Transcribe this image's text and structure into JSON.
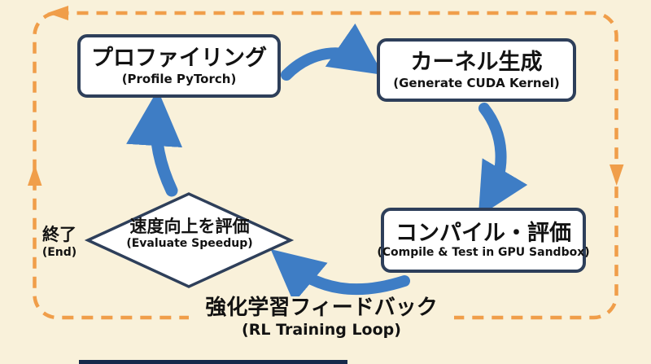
{
  "colors": {
    "background": "#f9f1da",
    "node_border": "#2e3f5a",
    "arrow_blue": "#3e7dc5",
    "loop_orange": "#f09e4a",
    "text": "#121212",
    "bottom_bar": "#16284a"
  },
  "nodes": {
    "profiling": {
      "title": "プロファイリング",
      "subtitle": "(Profile PyTorch)"
    },
    "kernel_gen": {
      "title": "カーネル生成",
      "subtitle": "(Generate CUDA Kernel)"
    },
    "compile_eval": {
      "title": "コンパイル・評価",
      "subtitle": "(Compile & Test in GPU Sandbox)"
    },
    "evaluate_speedup": {
      "title": "速度向上を評価",
      "subtitle": "(Evaluate Speedup)"
    },
    "end": {
      "title": "終了",
      "subtitle": "(End)"
    }
  },
  "loop_label": {
    "title": "強化学習フィードバック",
    "subtitle": "(RL Training Loop)"
  }
}
